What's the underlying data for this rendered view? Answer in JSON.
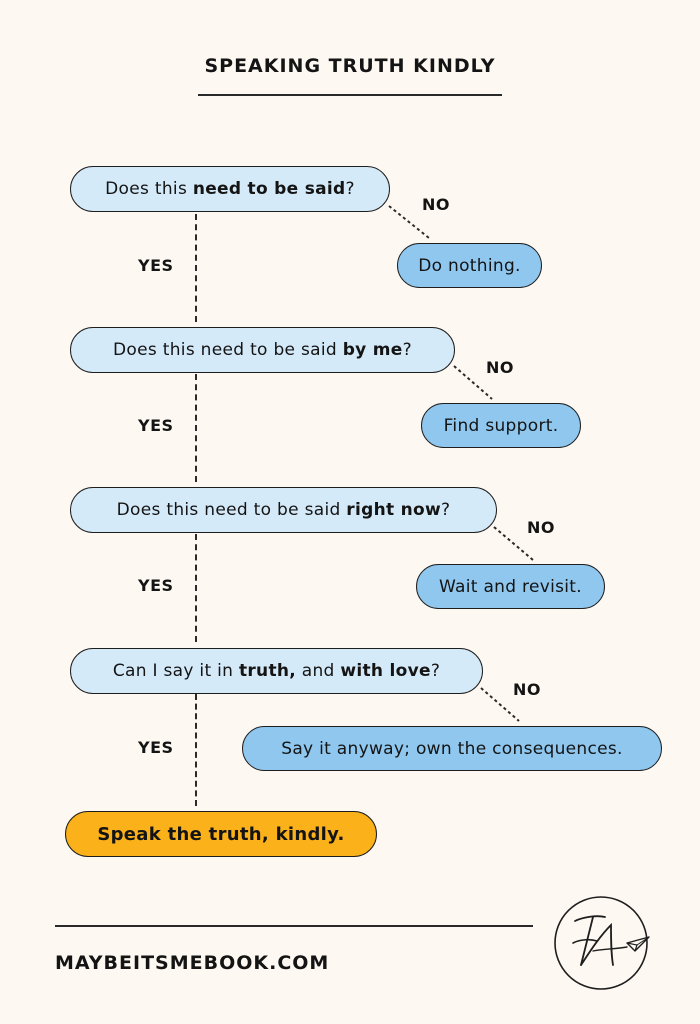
{
  "title": "SPEAKING TRUTH KINDLY",
  "flow": {
    "yes_label": "YES",
    "no_label": "NO",
    "questions": [
      {
        "parts": [
          {
            "text": "Does this ",
            "bold": false
          },
          {
            "text": "need to be said",
            "bold": true
          },
          {
            "text": "?",
            "bold": false
          }
        ],
        "no_answer": "Do nothing."
      },
      {
        "parts": [
          {
            "text": "Does this need to be said ",
            "bold": false
          },
          {
            "text": "by me",
            "bold": true
          },
          {
            "text": "?",
            "bold": false
          }
        ],
        "no_answer": "Find support."
      },
      {
        "parts": [
          {
            "text": "Does this need to be said ",
            "bold": false
          },
          {
            "text": "right now",
            "bold": true
          },
          {
            "text": "?",
            "bold": false
          }
        ],
        "no_answer": "Wait and revisit."
      },
      {
        "parts": [
          {
            "text": "Can I say it in ",
            "bold": false
          },
          {
            "text": "truth,",
            "bold": true
          },
          {
            "text": " and ",
            "bold": false
          },
          {
            "text": "with love",
            "bold": true
          },
          {
            "text": "?",
            "bold": false
          }
        ],
        "no_answer": "Say it anyway; own the consequences."
      }
    ],
    "final_answer": "Speak the truth, kindly."
  },
  "footer": {
    "url": "MAYBEITSMEBOOK.COM",
    "logo_icon": "ea-paper-plane-logo-icon",
    "logo_text": "EA"
  },
  "colors": {
    "background": "#fdf8f2",
    "question_fill": "#d5eaf9",
    "answer_fill": "#8fc7ef",
    "final_fill": "#fbb11a",
    "stroke": "#1e1e1e"
  }
}
